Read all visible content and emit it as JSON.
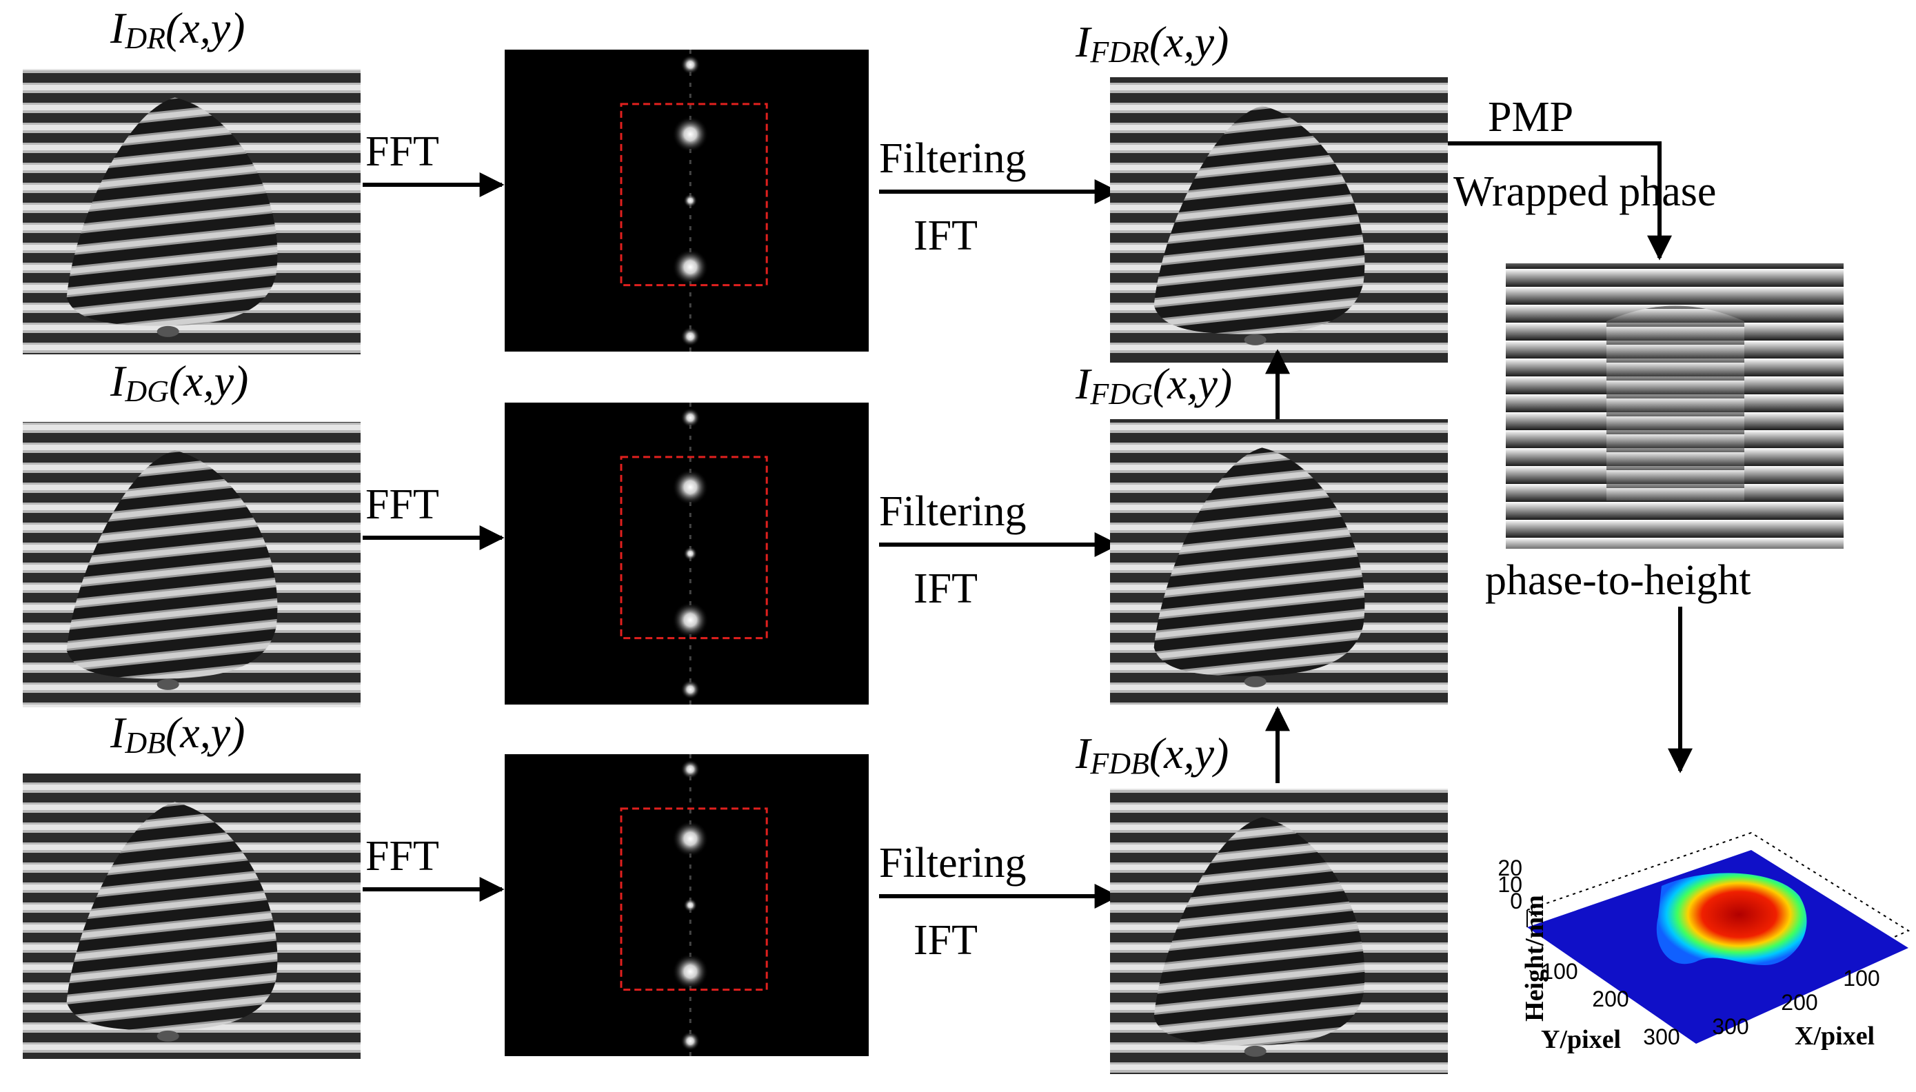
{
  "rows": [
    {
      "input_label": {
        "main": "I",
        "sub": "DR",
        "args": "(x,y)"
      },
      "fft_label": "FFT",
      "spectrum_title": "R spectrum",
      "filter_label": "Filtering",
      "ift_label": "IFT",
      "output_label": {
        "main": "I",
        "sub": "FDR",
        "args": "(x,y)"
      }
    },
    {
      "input_label": {
        "main": "I",
        "sub": "DG",
        "args": "(x,y)"
      },
      "fft_label": "FFT",
      "spectrum_title": "G spectrum",
      "filter_label": "Filtering",
      "ift_label": "IFT",
      "output_label": {
        "main": "I",
        "sub": "FDG",
        "args": "(x,y)"
      }
    },
    {
      "input_label": {
        "main": "I",
        "sub": "DB",
        "args": "(x,y)"
      },
      "fft_label": "FFT",
      "spectrum_title": "B spectrum",
      "filter_label": "Filtering",
      "ift_label": "IFT",
      "output_label": {
        "main": "I",
        "sub": "FDB",
        "args": "(x,y)"
      }
    }
  ],
  "pmp_label": "PMP",
  "wrapped_label": "Wrapped phase",
  "p2h_label": "phase-to-height",
  "plot3d": {
    "zlabel": "Height/mm",
    "zticks": [
      "20",
      "10",
      "0"
    ],
    "ylabel": "Y/pixel",
    "yticks": [
      "100",
      "200",
      "300"
    ],
    "xlabel": "X/pixel",
    "xticks": [
      "100",
      "200",
      "300"
    ]
  },
  "colors": {
    "filter_box": "#e0201e",
    "arrow": "#000000",
    "plane": "#1010c8"
  }
}
